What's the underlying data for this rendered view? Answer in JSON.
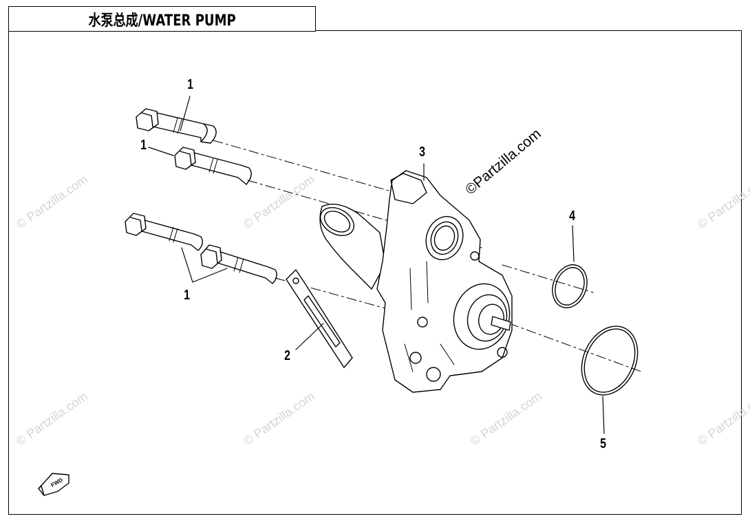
{
  "title": "水泵总成/WATER PUMP",
  "callouts": [
    "1",
    "1",
    "1",
    "2",
    "3",
    "4",
    "5"
  ],
  "brand": "©Partzilla.com",
  "watermark": "© Partzilla.com",
  "fwd": "FWD"
}
